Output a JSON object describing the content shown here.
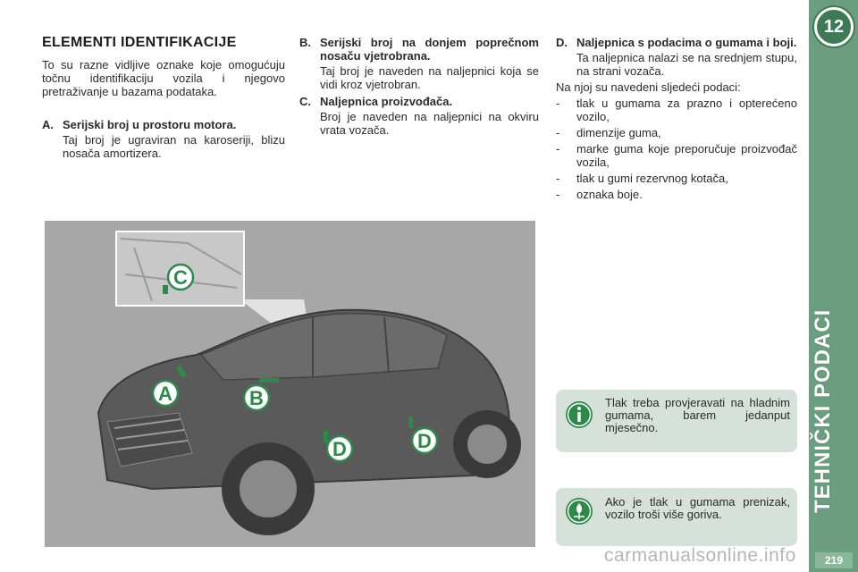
{
  "section": {
    "title": "ELEMENTI IDENTIFIKACIJE",
    "intro": "To su razne vidljive oznake koje omogu­ćuju točnu identifikaciju vozila i njegovo pretraživanje u bazama podataka."
  },
  "items": [
    {
      "letter": "A.",
      "title": "Serijski broj u prostoru motora.",
      "text": "Taj broj je ugraviran na karoseriji, blizu nosača amortizera."
    },
    {
      "letter": "B.",
      "title": "Serijski broj na donjem poprečnom nosaču vjetrobrana.",
      "text": "Taj broj je naveden na naljepnici koja se vidi kroz vjetrobran."
    },
    {
      "letter": "C.",
      "title": "Naljepnica proizvođača.",
      "text": "Broj je naveden na naljepnici na okviru vrata vozača."
    },
    {
      "letter": "D.",
      "title": "Naljepnica s podacima o gumama i boji.",
      "text": "Ta naljepnica nalazi se na srednjem stupu, na strani vozača."
    }
  ],
  "data_intro": "Na njoj su navedeni sljedeći podaci:",
  "data_list": [
    "tlak u gumama za prazno i opterećeno vozilo,",
    "dimenzije guma,",
    "marke guma koje preporučuje proizvođač vozila,",
    "tlak u gumi rezervnog kotača,",
    "oznaka boje."
  ],
  "list_dash": "-",
  "info_box": {
    "icon": "info-icon",
    "text": "Tlak treba provjeravati na hladnim gumama, barem je­danput mjesečno."
  },
  "eco_box": {
    "icon": "eco-leaf-icon",
    "text": "Ako je tlak u gumama preni­zak, vozilo troši više goriva."
  },
  "illustration": {
    "labels": [
      "C",
      "A",
      "B",
      "D",
      "D"
    ]
  },
  "sidebar": {
    "chapter": "12",
    "title": "TEHNIČKI PODACI",
    "page": "219"
  },
  "watermark": "carmanualsonline.info",
  "colors": {
    "sidebar": "#6a9e7e",
    "badge": "#3f7a57",
    "box": "#d5e1d9",
    "illustration_bg": "#a7a7a7",
    "tag_green": "#2e8a4a"
  }
}
